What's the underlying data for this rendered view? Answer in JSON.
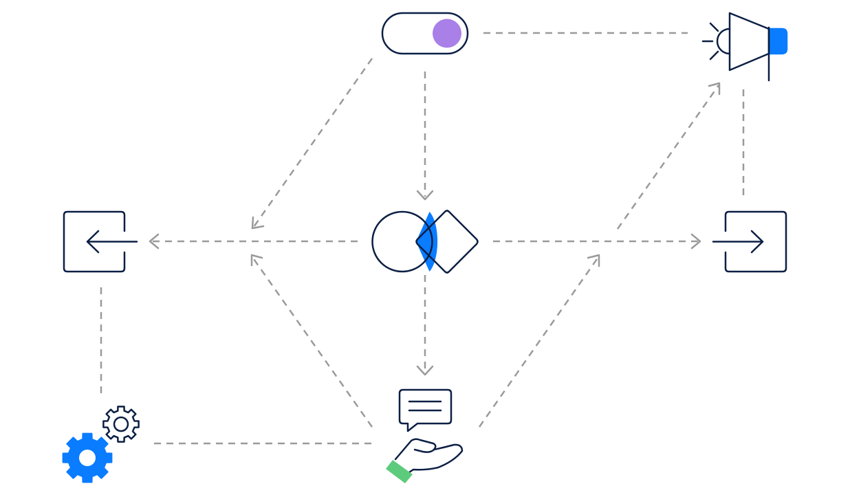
{
  "colors": {
    "navy": "#0B1F44",
    "blue": "#0A7CFF",
    "purple": "#A97FE8",
    "green": "#5CCB7C",
    "connector": "#9A9A9A",
    "background": "#FFFFFF"
  },
  "nodes": [
    {
      "id": "toggle",
      "icon": "toggle-switch-icon"
    },
    {
      "id": "megaphone",
      "icon": "megaphone-icon"
    },
    {
      "id": "merge",
      "icon": "circle-diamond-overlap-icon"
    },
    {
      "id": "exit",
      "icon": "exit-arrow-icon"
    },
    {
      "id": "enter",
      "icon": "enter-arrow-icon"
    },
    {
      "id": "support",
      "icon": "chat-hand-icon"
    },
    {
      "id": "settings",
      "icon": "gears-icon"
    }
  ],
  "connectors": [
    {
      "from": "toggle",
      "to": "megaphone",
      "arrow": false
    },
    {
      "from": "toggle",
      "to": "merge",
      "arrow": true
    },
    {
      "from": "toggle",
      "to": "exit",
      "arrow": true
    },
    {
      "from": "merge",
      "to": "exit",
      "arrow": true
    },
    {
      "from": "merge",
      "to": "enter",
      "arrow": true
    },
    {
      "from": "merge",
      "to": "support",
      "arrow": true
    },
    {
      "from": "support",
      "to": "exit",
      "arrow": true
    },
    {
      "from": "support",
      "to": "enter",
      "arrow": true
    },
    {
      "from": "enter",
      "to": "megaphone",
      "arrow": true
    },
    {
      "from": "megaphone",
      "to": "enter",
      "arrow": false
    },
    {
      "from": "exit",
      "to": "settings",
      "arrow": false
    },
    {
      "from": "settings",
      "to": "support",
      "arrow": false
    }
  ]
}
